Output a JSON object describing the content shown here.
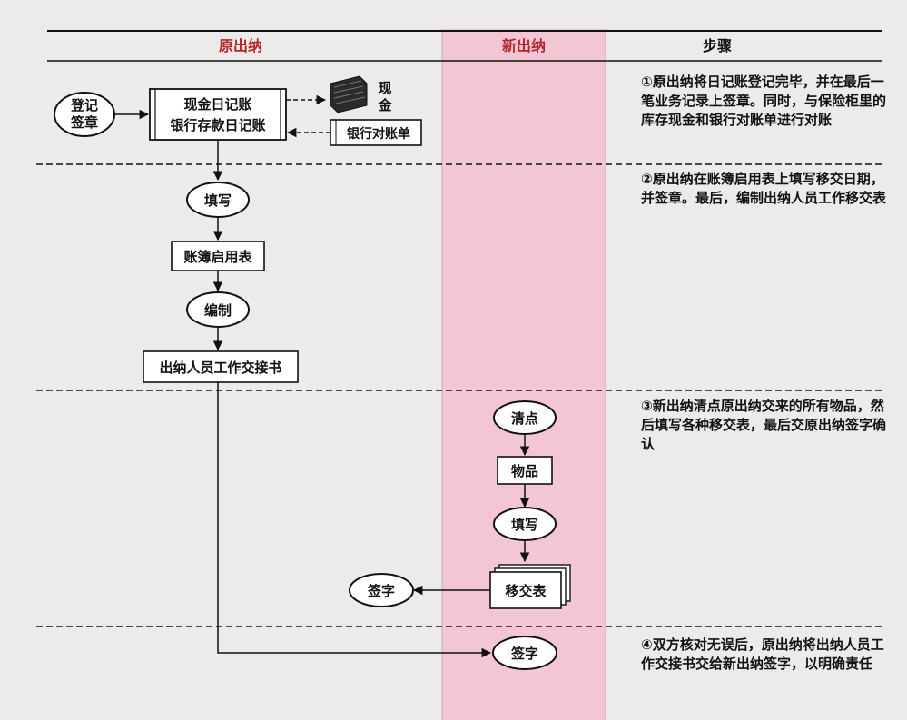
{
  "columns": {
    "old": "原出纳",
    "new": "新出纳",
    "steps": "步骤"
  },
  "nodes": {
    "register_sign": [
      "登记",
      "签章"
    ],
    "journals": [
      "现金日记账",
      "银行存款日记账"
    ],
    "cash": [
      "现",
      "金"
    ],
    "bank_statement": "银行对账单",
    "fill_1": "填写",
    "ledger_start_table": "账簿启用表",
    "compile": "编制",
    "handover_letter": "出纳人员工作交接书",
    "count": "清点",
    "items": "物品",
    "fill_2": "填写",
    "transfer_table": "移交表",
    "sign_1": "签字",
    "sign_2": "签字"
  },
  "steps": [
    "①原出纳将日记账登记完毕，并在最后一笔业务记录上签章。同时，与保险柜里的库存现金和银行对账单进行对账",
    "②原出纳在账簿启用表上填写移交日期，并签章。最后，编制出纳人员工作移交表",
    "③新出纳清点原出纳交来的所有物品，然后填写各种移交表，最后交原出纳签字确认",
    "④双方核对无误后，原出纳将出纳人员工作交接书交给新出纳签字，以明确责任"
  ],
  "colors": {
    "new_column_bg": "#f3c6d4",
    "header_red": "#b3262c",
    "line": "#111111"
  }
}
